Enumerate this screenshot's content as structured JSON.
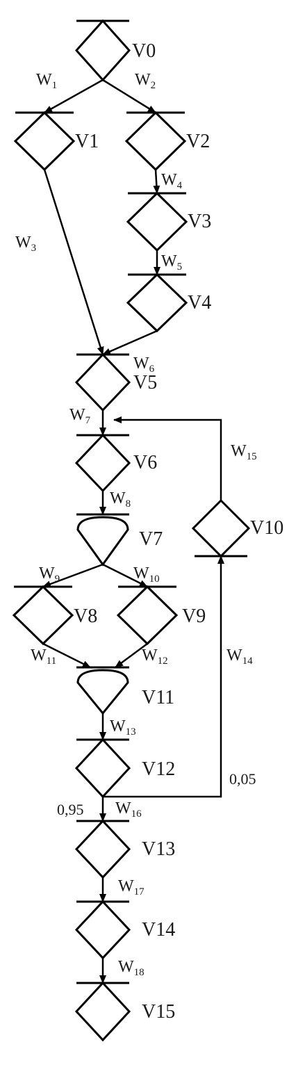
{
  "diagram": {
    "nodes": [
      {
        "id": "V0",
        "label": "V0",
        "shape": "diamond"
      },
      {
        "id": "V1",
        "label": "V1",
        "shape": "diamond"
      },
      {
        "id": "V2",
        "label": "V2",
        "shape": "diamond"
      },
      {
        "id": "V3",
        "label": "V3",
        "shape": "diamond"
      },
      {
        "id": "V4",
        "label": "V4",
        "shape": "diamond"
      },
      {
        "id": "V5",
        "label": "V5",
        "shape": "diamond"
      },
      {
        "id": "V6",
        "label": "V6",
        "shape": "diamond"
      },
      {
        "id": "V7",
        "label": "V7",
        "shape": "rounded-top"
      },
      {
        "id": "V8",
        "label": "V8",
        "shape": "diamond"
      },
      {
        "id": "V9",
        "label": "V9",
        "shape": "diamond"
      },
      {
        "id": "V10",
        "label": "V10",
        "shape": "diamond"
      },
      {
        "id": "V11",
        "label": "V11",
        "shape": "rounded-top"
      },
      {
        "id": "V12",
        "label": "V12",
        "shape": "diamond"
      },
      {
        "id": "V13",
        "label": "V13",
        "shape": "diamond"
      },
      {
        "id": "V14",
        "label": "V14",
        "shape": "diamond"
      },
      {
        "id": "V15",
        "label": "V15",
        "shape": "diamond"
      }
    ],
    "edges": [
      {
        "id": "W1",
        "main": "W",
        "sub": "1",
        "from": "V0",
        "to": "V1"
      },
      {
        "id": "W2",
        "main": "W",
        "sub": "2",
        "from": "V0",
        "to": "V2"
      },
      {
        "id": "W3",
        "main": "W",
        "sub": "3",
        "from": "V1",
        "to": "V5"
      },
      {
        "id": "W4",
        "main": "W",
        "sub": "4",
        "from": "V2",
        "to": "V3"
      },
      {
        "id": "W5",
        "main": "W",
        "sub": "5",
        "from": "V3",
        "to": "V4"
      },
      {
        "id": "W6",
        "main": "W",
        "sub": "6",
        "from": "V4",
        "to": "V5"
      },
      {
        "id": "W7",
        "main": "W",
        "sub": "7",
        "from": "V5",
        "to": "V6"
      },
      {
        "id": "W8",
        "main": "W",
        "sub": "8",
        "from": "V6",
        "to": "V7"
      },
      {
        "id": "W9",
        "main": "W",
        "sub": "9",
        "from": "V7",
        "to": "V8"
      },
      {
        "id": "W10",
        "main": "W",
        "sub": "10",
        "from": "V7",
        "to": "V9"
      },
      {
        "id": "W11",
        "main": "W",
        "sub": "11",
        "from": "V8",
        "to": "V11"
      },
      {
        "id": "W12",
        "main": "W",
        "sub": "12",
        "from": "V9",
        "to": "V11"
      },
      {
        "id": "W13",
        "main": "W",
        "sub": "13",
        "from": "V11",
        "to": "V12"
      },
      {
        "id": "W14",
        "main": "W",
        "sub": "14",
        "from": "V12",
        "to": "V10"
      },
      {
        "id": "W15",
        "main": "W",
        "sub": "15",
        "from": "V10",
        "to": "V6"
      },
      {
        "id": "W16",
        "main": "W",
        "sub": "16",
        "from": "V12",
        "to": "V13"
      },
      {
        "id": "W17",
        "main": "W",
        "sub": "17",
        "from": "V13",
        "to": "V14"
      },
      {
        "id": "W18",
        "main": "W",
        "sub": "18",
        "from": "V14",
        "to": "V15"
      }
    ],
    "probabilities": {
      "p_down": "0,95",
      "p_loop": "0,05"
    }
  }
}
